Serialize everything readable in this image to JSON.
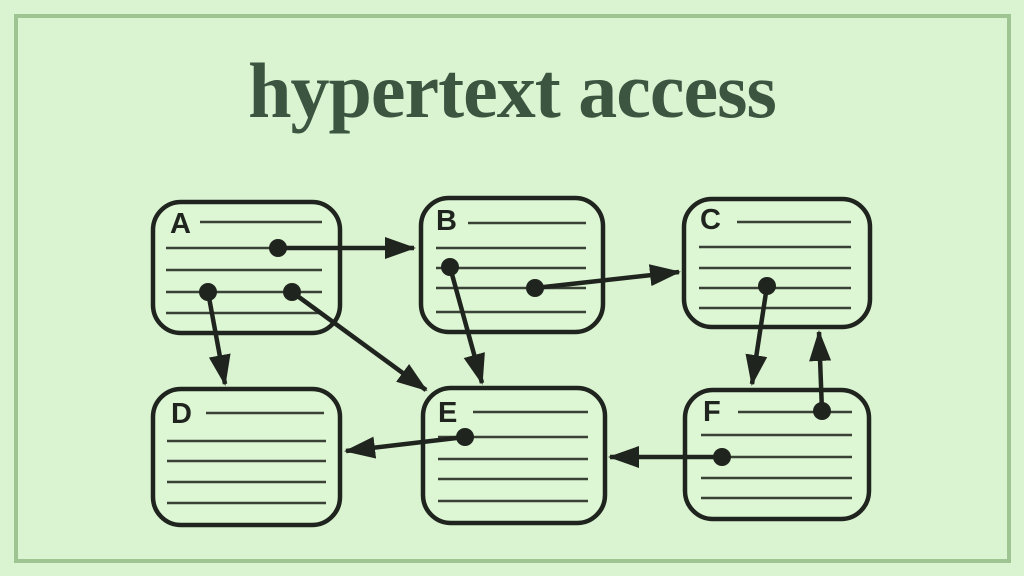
{
  "title": "hypertext access",
  "colors": {
    "background": "#daf3d0",
    "frame_border": "#9ec492",
    "title_text": "#3b5541",
    "diagram_ink": "#1f241e"
  },
  "diagram": {
    "type": "hypertext-link-graph",
    "nodes": [
      {
        "id": "A",
        "label": "A"
      },
      {
        "id": "B",
        "label": "B"
      },
      {
        "id": "C",
        "label": "C"
      },
      {
        "id": "D",
        "label": "D"
      },
      {
        "id": "E",
        "label": "E"
      },
      {
        "id": "F",
        "label": "F"
      }
    ],
    "edges": [
      {
        "from": "A",
        "to": "B"
      },
      {
        "from": "A",
        "to": "D"
      },
      {
        "from": "A",
        "to": "E"
      },
      {
        "from": "B",
        "to": "E"
      },
      {
        "from": "B",
        "to": "C"
      },
      {
        "from": "C",
        "to": "F"
      },
      {
        "from": "F",
        "to": "C"
      },
      {
        "from": "E",
        "to": "D"
      },
      {
        "from": "F",
        "to": "E"
      }
    ]
  }
}
